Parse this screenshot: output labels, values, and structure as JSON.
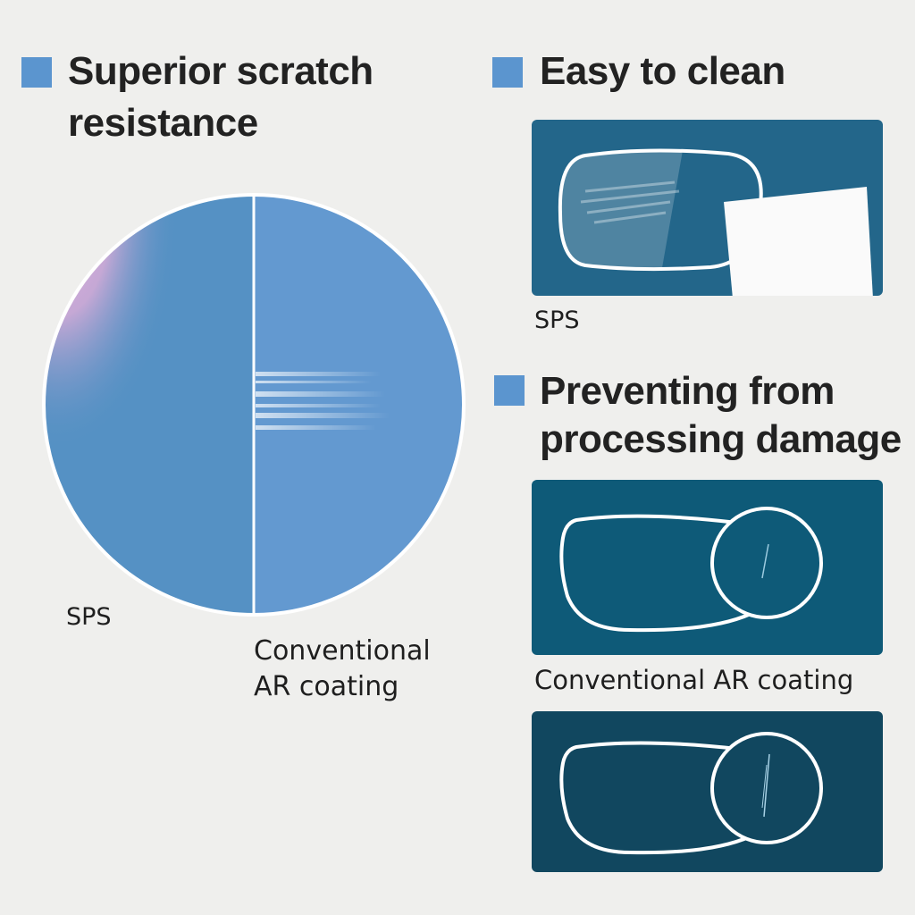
{
  "sections": {
    "scratch": {
      "title_line1": "Superior scratch",
      "title_line2": "resistance",
      "label_left": "SPS",
      "label_right_line1": "Conventional",
      "label_right_line2": "AR coating"
    },
    "clean": {
      "title": "Easy to clean",
      "label": "SPS"
    },
    "damage": {
      "title_line1": "Preventing from",
      "title_line2": "processing damage",
      "label": "Conventional AR coating"
    }
  },
  "colors": {
    "accent": "#5b95cf",
    "pie_left": "#5591c4",
    "pie_right": "#6399d0",
    "pie_highlight": "#dcaed8",
    "panel_clean": "#23668a",
    "panel_conventional": "#0e5a78",
    "panel_sps": "#11475f"
  }
}
